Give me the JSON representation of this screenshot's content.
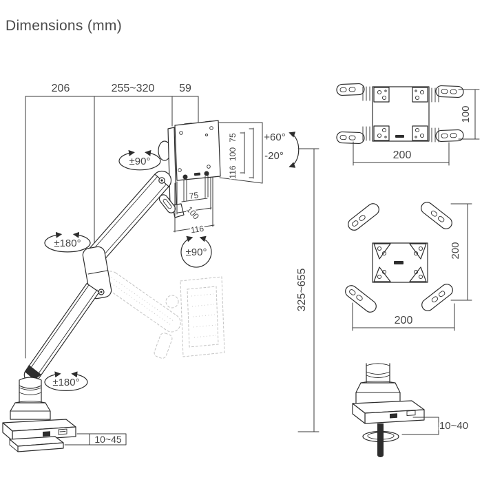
{
  "title": "Dimensions (mm)",
  "colors": {
    "line": "#2d2d2d",
    "text": "#454545",
    "ghost": "#c3c3c3"
  },
  "arm_view": {
    "dim_base_to_elbow": "206",
    "dim_reach": "255~320",
    "dim_head": "59",
    "tilt_up": "+60°",
    "tilt_down": "-20°",
    "head_swivel": "±90°",
    "plate_rotation": "±90°",
    "elbow_swivel": "±180°",
    "base_swivel": "±180°",
    "height_range": "325~655",
    "clamp_thickness": "10~45",
    "vesa_heights": [
      "75",
      "100",
      "116"
    ],
    "vesa_widths": [
      "75",
      "100",
      "116"
    ]
  },
  "adapter_top": {
    "height": "100",
    "width": "200"
  },
  "adapter_x": {
    "height": "200",
    "width": "200"
  },
  "grommet": {
    "thickness": "10~40"
  }
}
